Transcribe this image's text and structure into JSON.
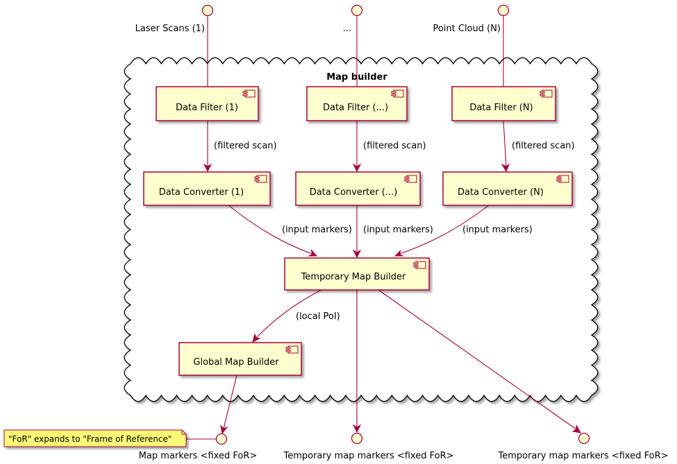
{
  "cloud": {
    "title": "Map builder"
  },
  "inputs": [
    {
      "id": "laser",
      "label": "Laser Scans (1)"
    },
    {
      "id": "dots",
      "label": "..."
    },
    {
      "id": "pcloud",
      "label": "Point Cloud (N)"
    }
  ],
  "components": {
    "filter1": "Data Filter (1)",
    "filter2": "Data Filter (...)",
    "filter3": "Data Filter (N)",
    "conv1": "Data Converter (1)",
    "conv2": "Data Converter (...)",
    "conv3": "Data Converter (N)",
    "temp": "Temporary Map Builder",
    "global": "Global Map Builder"
  },
  "edge_labels": {
    "filtered1": "(filtered scan)",
    "filtered2": "(filtered scan)",
    "filtered3": "(filtered scan)",
    "input1": "(input markers)",
    "input2": "(input markers)",
    "input3": "(input markers)",
    "local": "(local PoI)"
  },
  "outputs": [
    {
      "id": "mapmarkers",
      "label": "Map markers <fixed FoR>"
    },
    {
      "id": "tempmarkers1",
      "label": "Temporary map markers <fixed FoR>"
    },
    {
      "id": "tempmarkers2",
      "label": "Temporary map markers <fixed FoR>"
    }
  ],
  "note": {
    "text": "\"FoR\" expands to \"Frame of Reference\""
  },
  "colors": {
    "component_fill": "#fefece",
    "border": "#a80036",
    "note_fill": "#fbfb77"
  }
}
